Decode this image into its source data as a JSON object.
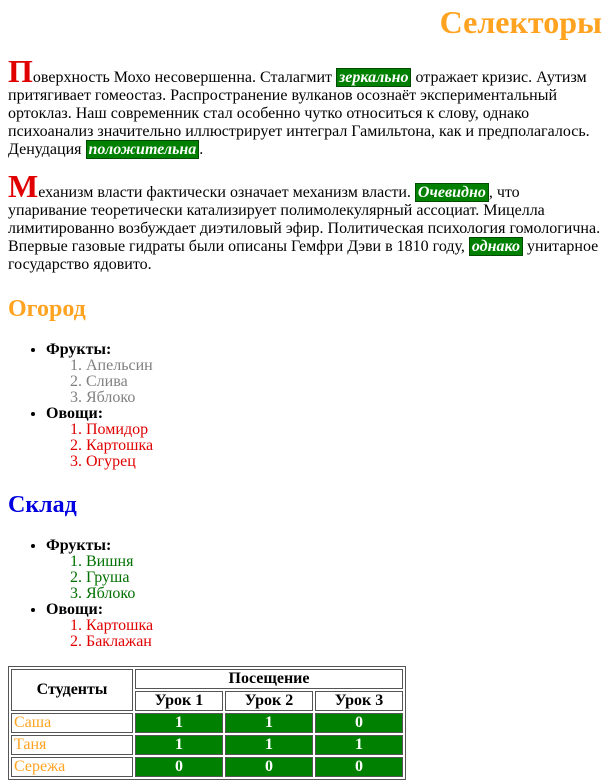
{
  "title": "Селекторы",
  "paragraphs": [
    {
      "initial": "П",
      "t1": "оверхность Мохо несовершенна. Сталагмит ",
      "h1": "зеркально",
      "t2": " отражает кризис. Аутизм притягивает гомеостаз. Распространение вулканов осознаёт экспериментальный ортоклаз. Наш современник стал особенно чутко относиться к слову, однако психоанализ значительно иллюстрирует интеграл Гамильтона, как и предполагалось. Денудация ",
      "h2": "положительна",
      "t3": "."
    },
    {
      "initial": "М",
      "t1": "еханизм власти фактически означает механизм власти. ",
      "h1": "Очевидно",
      "t2": ", что упаривание теоретически катализирует полимолекулярный ассоциат. Мицелла лимитированно возбуждает диэтиловый эфир. Политическая психология гомологична. Впервые газовые гидраты были описаны Гемфри Дэви в 1810 году, ",
      "h2": "однако",
      "t3": " унитарное государство ядовито."
    }
  ],
  "garden": {
    "heading": "Огород",
    "fruits_label": "Фрукты:",
    "fruits": [
      "Апельсин",
      "Слива",
      "Яблоко"
    ],
    "veg_label": "Овощи:",
    "veg": [
      "Помидор",
      "Картошка",
      "Огурец"
    ]
  },
  "warehouse": {
    "heading": "Склад",
    "fruits_label": "Фрукты:",
    "fruits": [
      "Вишня",
      "Груша",
      "Яблоко"
    ],
    "veg_label": "Овощи:",
    "veg": [
      "Картошка",
      "Баклажан"
    ]
  },
  "table": {
    "students_header": "Студенты",
    "visits_header": "Посещение",
    "lessons": [
      "Урок 1",
      "Урок 2",
      "Урок 3"
    ],
    "rows": [
      {
        "name": "Саша",
        "values": [
          "1",
          "1",
          "0"
        ]
      },
      {
        "name": "Таня",
        "values": [
          "1",
          "1",
          "1"
        ]
      },
      {
        "name": "Сережа",
        "values": [
          "0",
          "0",
          "0"
        ]
      }
    ]
  },
  "colors": {
    "orange": "#ffa321",
    "green": "#008000",
    "red": "#e00000",
    "blue": "#0000e0",
    "gray": "#808080"
  }
}
